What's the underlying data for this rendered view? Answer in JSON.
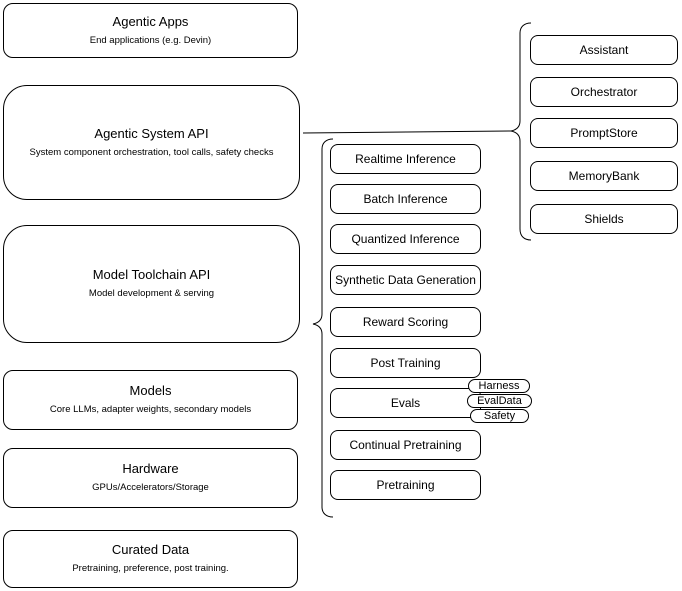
{
  "diagram": {
    "stack": [
      {
        "title": "Agentic Apps",
        "subtitle": "End applications (e.g. Devin)"
      },
      {
        "title": "Agentic System API",
        "subtitle": "System component orchestration, tool calls, safety checks"
      },
      {
        "title": "Model Toolchain API",
        "subtitle": "Model development & serving"
      },
      {
        "title": "Models",
        "subtitle": "Core LLMs, adapter weights, secondary models"
      },
      {
        "title": "Hardware",
        "subtitle": "GPUs/Accelerators/Storage"
      },
      {
        "title": "Curated Data",
        "subtitle": "Pretraining, preference, post training."
      }
    ],
    "toolchain_capabilities": [
      "Realtime Inference",
      "Batch Inference",
      "Quantized Inference",
      "Synthetic Data Generation",
      "Reward Scoring",
      "Post Training",
      "Evals",
      "Continual Pretraining",
      "Pretraining"
    ],
    "evals_badges": [
      "Harness",
      "EvalData",
      "Safety"
    ],
    "system_components": [
      "Assistant",
      "Orchestrator",
      "PromptStore",
      "MemoryBank",
      "Shields"
    ],
    "colors": {
      "stroke": "#000000",
      "fill": "#ffffff",
      "text": "#000000"
    }
  }
}
